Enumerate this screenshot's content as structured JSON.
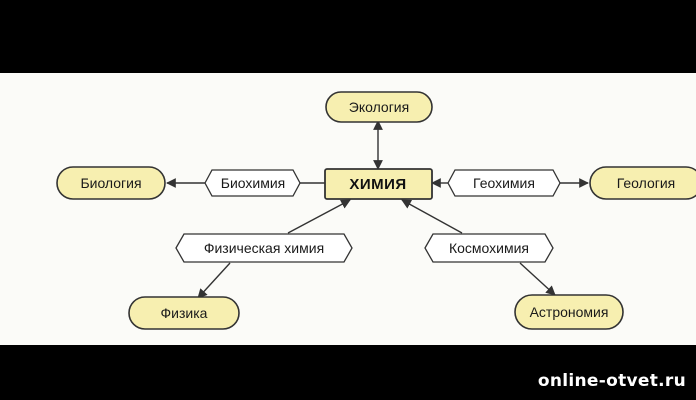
{
  "diagram": {
    "center": "ХИМИЯ",
    "fields": {
      "ecology": "Экология",
      "biology": "Биология",
      "geology": "Геология",
      "physics": "Физика",
      "astronomy": "Астрономия"
    },
    "interdisciplines": {
      "biochemistry": "Биохимия",
      "geochemistry": "Геохимия",
      "physical_chemistry": "Физическая химия",
      "cosmochemistry": "Космохимия"
    },
    "colors": {
      "field_fill": "#f7efb0",
      "outline": "#333333",
      "background": "#fbfbf8"
    }
  },
  "watermark": "online-otvet.ru"
}
